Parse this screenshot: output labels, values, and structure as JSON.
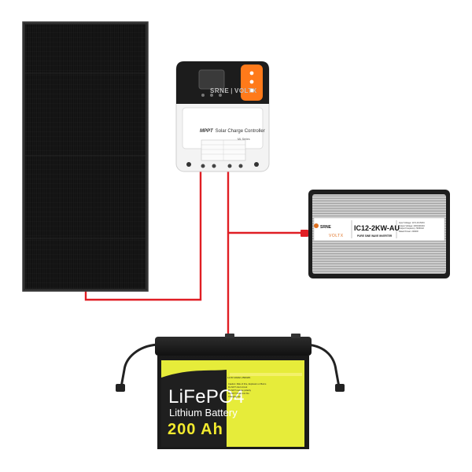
{
  "colors": {
    "cable_red": "#e01e24",
    "panel_black": "#1a1a1a",
    "controller_orange": "#ff7a1a",
    "battery_label_yellow": "#e6ec3a",
    "battery_capacity_yellow": "#f2ea2e",
    "inverter_silver": "#c8c8c8"
  },
  "solar_panel": {
    "icon": "solar-panel"
  },
  "charge_controller": {
    "brand": "SRNE",
    "brand2": "VOLTX",
    "title_bold": "MPPT",
    "title_rest": "Solar Charge Controller",
    "model": "ML Series"
  },
  "inverter": {
    "brand": "SRNE",
    "brand2": "VOLTX",
    "model": "IC12-2KW-AU",
    "subtitle": "PURE SINE WAVE INVERTER",
    "specs": [
      "Input Voltage: 10.5-16.0VDC",
      "Output Voltage: 230/240VAC",
      "Output Frequency: 50/60Hz",
      "Rated Power: 2000W"
    ]
  },
  "battery": {
    "chemistry": "LiFePO4",
    "type": "Lithium Battery",
    "capacity": "200 Ah",
    "spec_line": "12.8V 200Ah 2560Wh",
    "notes": [
      "Caution: Risk of Fire, Explosion or Burns",
      "Do NOT short circuit",
      "Do NOT reverse polarity",
      "Do NOT throw into fire",
      "Charging tips"
    ]
  }
}
